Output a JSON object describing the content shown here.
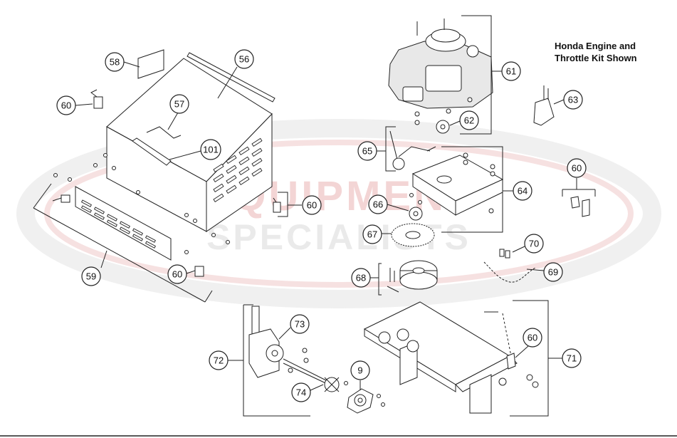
{
  "kit_title": {
    "line1": "Honda Engine and",
    "line2": "Throttle Kit Shown"
  },
  "watermark": {
    "line1": "EQUIPMENT",
    "line2": "SPECIALISTS",
    "color_red": "#e8a0a0",
    "color_grey": "#d6d6d6"
  },
  "callouts": [
    {
      "id": "c58",
      "label": "58"
    },
    {
      "id": "c56",
      "label": "56"
    },
    {
      "id": "c60a",
      "label": "60"
    },
    {
      "id": "c57",
      "label": "57"
    },
    {
      "id": "c101",
      "label": "101"
    },
    {
      "id": "c60b",
      "label": "60"
    },
    {
      "id": "c59",
      "label": "59"
    },
    {
      "id": "c60c",
      "label": "60"
    },
    {
      "id": "c61",
      "label": "61"
    },
    {
      "id": "c62",
      "label": "62"
    },
    {
      "id": "c63",
      "label": "63"
    },
    {
      "id": "c65",
      "label": "65"
    },
    {
      "id": "c64",
      "label": "64"
    },
    {
      "id": "c60d",
      "label": "60"
    },
    {
      "id": "c66",
      "label": "66"
    },
    {
      "id": "c67",
      "label": "67"
    },
    {
      "id": "c70",
      "label": "70"
    },
    {
      "id": "c68",
      "label": "68"
    },
    {
      "id": "c69",
      "label": "69"
    },
    {
      "id": "c73",
      "label": "73"
    },
    {
      "id": "c72",
      "label": "72"
    },
    {
      "id": "c9",
      "label": "9"
    },
    {
      "id": "c74",
      "label": "74"
    },
    {
      "id": "c60e",
      "label": "60"
    },
    {
      "id": "c71",
      "label": "71"
    }
  ]
}
